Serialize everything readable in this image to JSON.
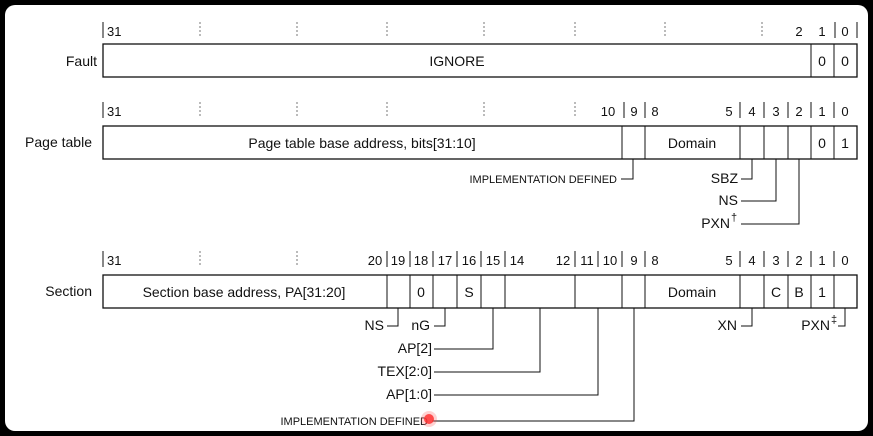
{
  "diagram": {
    "fault": {
      "label": "Fault",
      "bits": {
        "b31": "31",
        "b2": "2",
        "b1": "1",
        "b0": "0"
      },
      "ignore": "IGNORE",
      "f1": "0",
      "f0": "0"
    },
    "page_table": {
      "label": "Page table",
      "bits": {
        "b31": "31",
        "b10": "10",
        "b9": "9",
        "b8": "8",
        "b5": "5",
        "b4": "4",
        "b3": "3",
        "b2": "2",
        "b1": "1",
        "b0": "0"
      },
      "base": "Page table base address, bits[31:10]",
      "domain": "Domain",
      "f1": "0",
      "f0": "1",
      "impl_defined": "IMPLEMENTATION DEFINED",
      "sbz": "SBZ",
      "ns": "NS",
      "pxn": "PXN",
      "pxn_mark": "†"
    },
    "section": {
      "label": "Section",
      "bits": {
        "b31": "31",
        "b20": "20",
        "b19": "19",
        "b18": "18",
        "b17": "17",
        "b16": "16",
        "b15": "15",
        "b14": "14",
        "b12": "12",
        "b11": "11",
        "b10": "10",
        "b9": "9",
        "b8": "8",
        "b5": "5",
        "b4": "4",
        "b3": "3",
        "b2": "2",
        "b1": "1",
        "b0": "0"
      },
      "base": "Section base address, PA[31:20]",
      "f18": "0",
      "f16": "S",
      "domain": "Domain",
      "c": "C",
      "b": "B",
      "f1": "1",
      "ns": "NS",
      "ng": "nG",
      "ap2": "AP[2]",
      "tex": "TEX[2:0]",
      "ap10": "AP[1:0]",
      "impl_defined": "IMPLEMENTATION DEFINED",
      "xn": "XN",
      "pxn": "PXN",
      "pxn_mark": "‡"
    }
  }
}
